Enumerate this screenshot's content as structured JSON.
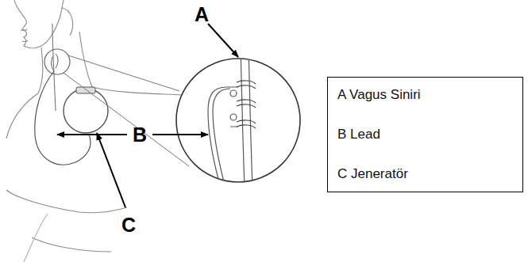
{
  "diagram": {
    "nodes": [
      {
        "text": [
          "A Vagus Siniri",
          "B Lead",
          "C Jeneratör"
        ]
      }
    ],
    "labels": [
      "A",
      "B",
      "C"
    ]
  }
}
